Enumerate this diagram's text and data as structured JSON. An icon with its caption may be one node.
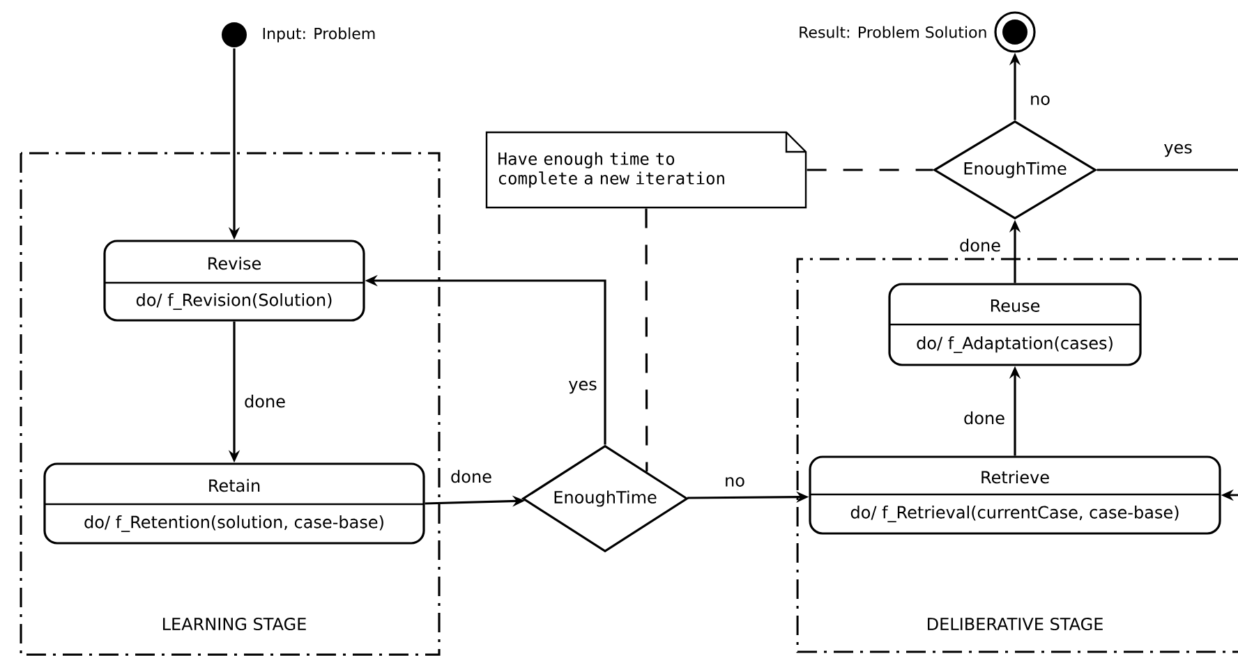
{
  "diagram": {
    "nodes": [
      {
        "text": [],
        "shape": "circle",
        "beside": [
          "Input: Problem"
        ]
      },
      {
        "text": [],
        "shape": "circle",
        "beside": [
          "Result: Problem Solution"
        ]
      },
      {
        "text": [
          "LEARNING STAGE"
        ]
      },
      {
        "text": [
          "Revise",
          "do/ f_Revision(Solution)"
        ],
        "in": 2
      },
      {
        "text": [
          "Retain",
          "do/ f_Retention(solution, case-base)"
        ],
        "in": 2
      },
      {
        "text": [
          "EnoughTime"
        ]
      },
      {
        "text": [
          "Have enough time to complete a new iteration"
        ]
      },
      {
        "text": [
          "EnoughTime"
        ]
      },
      {
        "text": [
          "DELIBERATIVE STAGE"
        ]
      },
      {
        "text": [
          "Reuse",
          "do/ f_Adaptation(cases)"
        ],
        "in": 8
      },
      {
        "text": [
          "Retrieve",
          "do/ f_Retrieval(currentCase, case-base)"
        ],
        "in": 8
      }
    ],
    "edges": [
      {
        "from": 0,
        "to": 3,
        "arrow": "to"
      },
      {
        "from": 3,
        "to": 4,
        "arrow": "to",
        "label": "done"
      },
      {
        "from": 4,
        "to": 5,
        "arrow": "to",
        "label": "done"
      },
      {
        "from": 5,
        "to": 3,
        "arrow": "to",
        "label": "yes"
      },
      {
        "from": 5,
        "to": 10,
        "arrow": "to",
        "label": "no"
      },
      {
        "from": 10,
        "to": 9,
        "arrow": "to",
        "label": "done"
      },
      {
        "from": 9,
        "to": 7,
        "arrow": "to",
        "label": "done"
      },
      {
        "from": 7,
        "to": 1,
        "arrow": "to",
        "label": "no"
      },
      {
        "from": 7,
        "to": null,
        "arrow": "none",
        "label": "yes"
      },
      {
        "from": null,
        "to": 10,
        "arrow": "to"
      },
      {
        "from": 6,
        "to": 5,
        "arrow": "none",
        "style": "dashed"
      },
      {
        "from": 6,
        "to": 7,
        "arrow": "none",
        "style": "dashed"
      }
    ]
  }
}
